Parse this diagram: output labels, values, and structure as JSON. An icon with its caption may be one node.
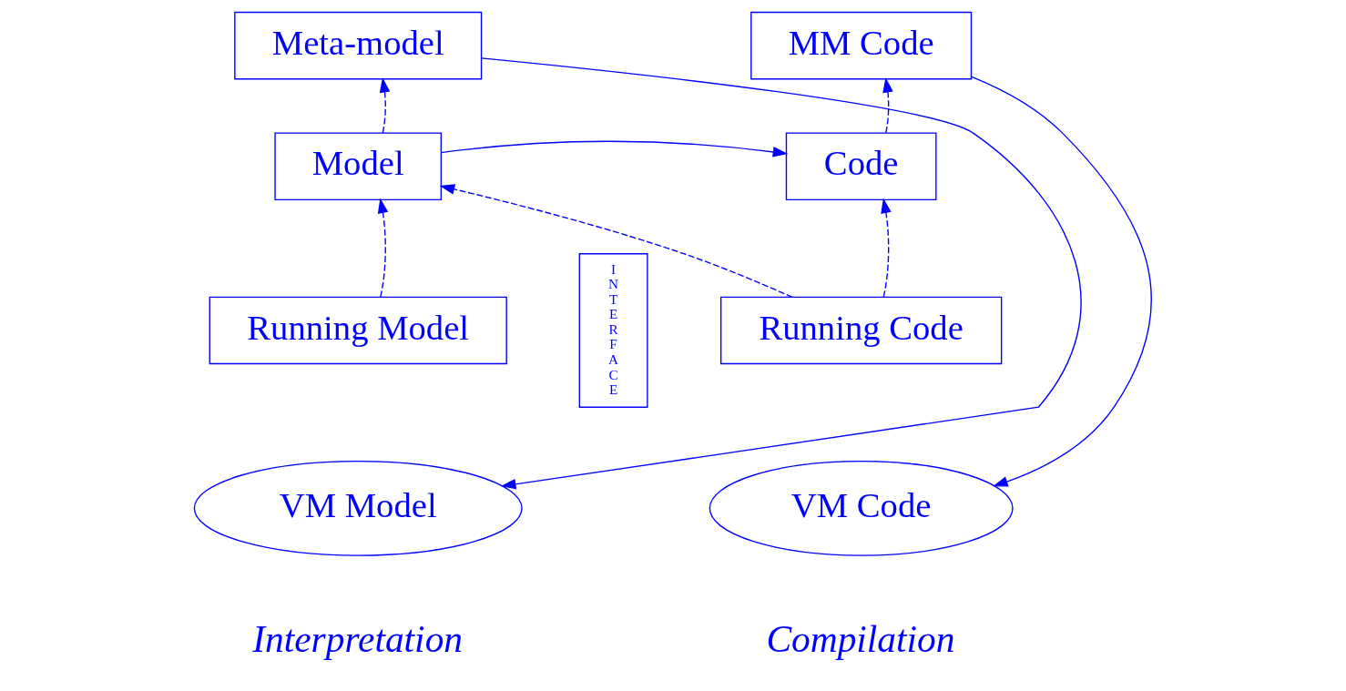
{
  "diagram": {
    "nodes": [
      {
        "text": [
          "Meta-model"
        ]
      },
      {
        "text": [
          "MM Code"
        ]
      },
      {
        "text": [
          "Model"
        ]
      },
      {
        "text": [
          "Code"
        ]
      },
      {
        "text": [
          "Running Model"
        ]
      },
      {
        "text": [
          "Running Code"
        ]
      },
      {
        "text": [
          "VM Model"
        ]
      },
      {
        "text": [
          "VM Code"
        ]
      },
      {
        "text": [
          "INTERFACE"
        ]
      }
    ],
    "edges": [
      {
        "from": 2,
        "to": 0,
        "arrow": "to",
        "style": "dashed"
      },
      {
        "from": 3,
        "to": 1,
        "arrow": "to",
        "style": "dashed"
      },
      {
        "from": 2,
        "to": 3,
        "arrow": "to"
      },
      {
        "from": 4,
        "to": 2,
        "arrow": "to",
        "style": "dashed"
      },
      {
        "from": 5,
        "to": 3,
        "arrow": "to",
        "style": "dashed"
      },
      {
        "from": 5,
        "to": 2,
        "arrow": "to",
        "style": "dashed"
      },
      {
        "from": 0,
        "to": 6,
        "arrow": "to"
      },
      {
        "from": 1,
        "to": 7,
        "arrow": "to"
      }
    ],
    "labels": [
      "Interpretation",
      "Compilation"
    ]
  }
}
